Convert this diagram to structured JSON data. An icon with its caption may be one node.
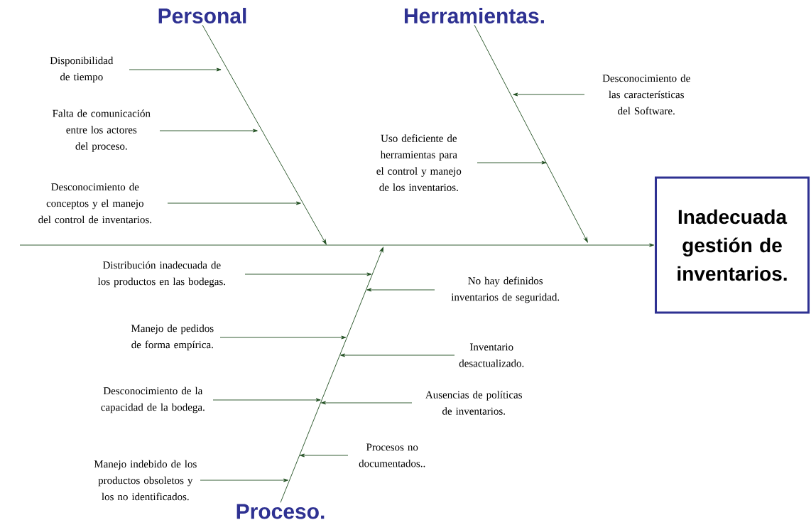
{
  "diagram": {
    "nodes": [
      {
        "text": [
          "Personal"
        ]
      },
      {
        "text": [
          "Herramientas."
        ]
      },
      {
        "text": [
          "Disponibilidad de tiempo"
        ]
      },
      {
        "text": [
          "Desconocimiento de las características del Software."
        ]
      },
      {
        "text": [
          "Falta de comunicación entre los actores del proceso."
        ]
      },
      {
        "text": [
          "Uso deficiente de herramientas para el control y manejo de los inventarios."
        ]
      },
      {
        "text": [
          "Desconocimiento de conceptos y el manejo del control de inventarios."
        ]
      },
      {
        "text": [
          "Inadecuada gestión de inventarios."
        ]
      },
      {
        "text": [
          "Distribución inadecuada de los productos en las bodegas."
        ]
      },
      {
        "text": [
          "No hay definidos inventarios de seguridad."
        ]
      },
      {
        "text": [
          "Manejo de pedidos de forma empírica."
        ]
      },
      {
        "text": [
          "Inventario desactualizado."
        ]
      },
      {
        "text": [
          "Desconocimiento de la capacidad de la bodega."
        ]
      },
      {
        "text": [
          "Ausencias de políticas de inventarios."
        ]
      },
      {
        "text": [
          "Manejo indebido de los productos obsoletos y los no identificados."
        ]
      },
      {
        "text": [
          "Procesos no documentados.."
        ]
      },
      {
        "text": [
          "Proceso."
        ]
      }
    ],
    "edges": [
      {
        "from": 0,
        "to": null,
        "arrow": "to"
      },
      {
        "from": 1,
        "to": null,
        "arrow": "to"
      },
      {
        "from": 16,
        "to": null,
        "arrow": "to"
      },
      {
        "from": null,
        "to": 7,
        "arrow": "to"
      },
      {
        "from": 2,
        "to": null,
        "arrow": "to"
      },
      {
        "from": 3,
        "to": null,
        "arrow": "to"
      },
      {
        "from": 4,
        "to": null,
        "arrow": "to"
      },
      {
        "from": 5,
        "to": null,
        "arrow": "to"
      },
      {
        "from": 6,
        "to": null,
        "arrow": "to"
      },
      {
        "from": 8,
        "to": null,
        "arrow": "to"
      },
      {
        "from": 9,
        "to": null,
        "arrow": "to"
      },
      {
        "from": 10,
        "to": null,
        "arrow": "to"
      },
      {
        "from": 11,
        "to": null,
        "arrow": "to"
      },
      {
        "from": 12,
        "to": null,
        "arrow": "to"
      },
      {
        "from": 13,
        "to": null,
        "arrow": "to"
      },
      {
        "from": 14,
        "to": null,
        "arrow": "to"
      },
      {
        "from": 15,
        "to": null,
        "arrow": "to"
      }
    ]
  }
}
